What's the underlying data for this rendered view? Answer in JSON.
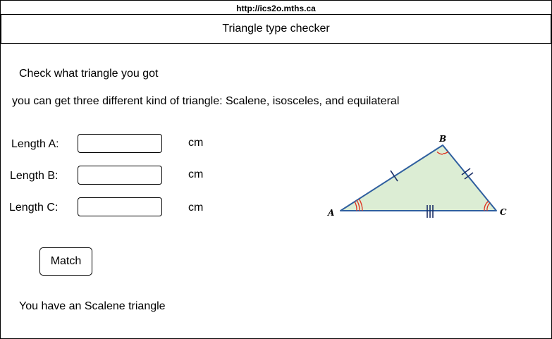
{
  "browser": {
    "url": "http://ics2o.mths.ca"
  },
  "header": {
    "title": "Triangle type checker"
  },
  "intro": {
    "heading": "Check what triangle you got",
    "description": "you can get three different kind of triangle: Scalene, isosceles, and equilateral"
  },
  "form": {
    "length_a": {
      "label": "Length A:",
      "value": "",
      "unit": "cm"
    },
    "length_b": {
      "label": "Length B:",
      "value": "",
      "unit": "cm"
    },
    "length_c": {
      "label": "Length C:",
      "value": "",
      "unit": "cm"
    },
    "match_button": "Match"
  },
  "result": {
    "text": "You have an Scalene triangle"
  },
  "diagram": {
    "vertex_a": "A",
    "vertex_b": "B",
    "vertex_c": "C",
    "fill_color": "#dcedd4",
    "edge_color": "#2f5f9f",
    "angle_mark_color": "#e0311f",
    "tick_color": "#1a2e66"
  }
}
